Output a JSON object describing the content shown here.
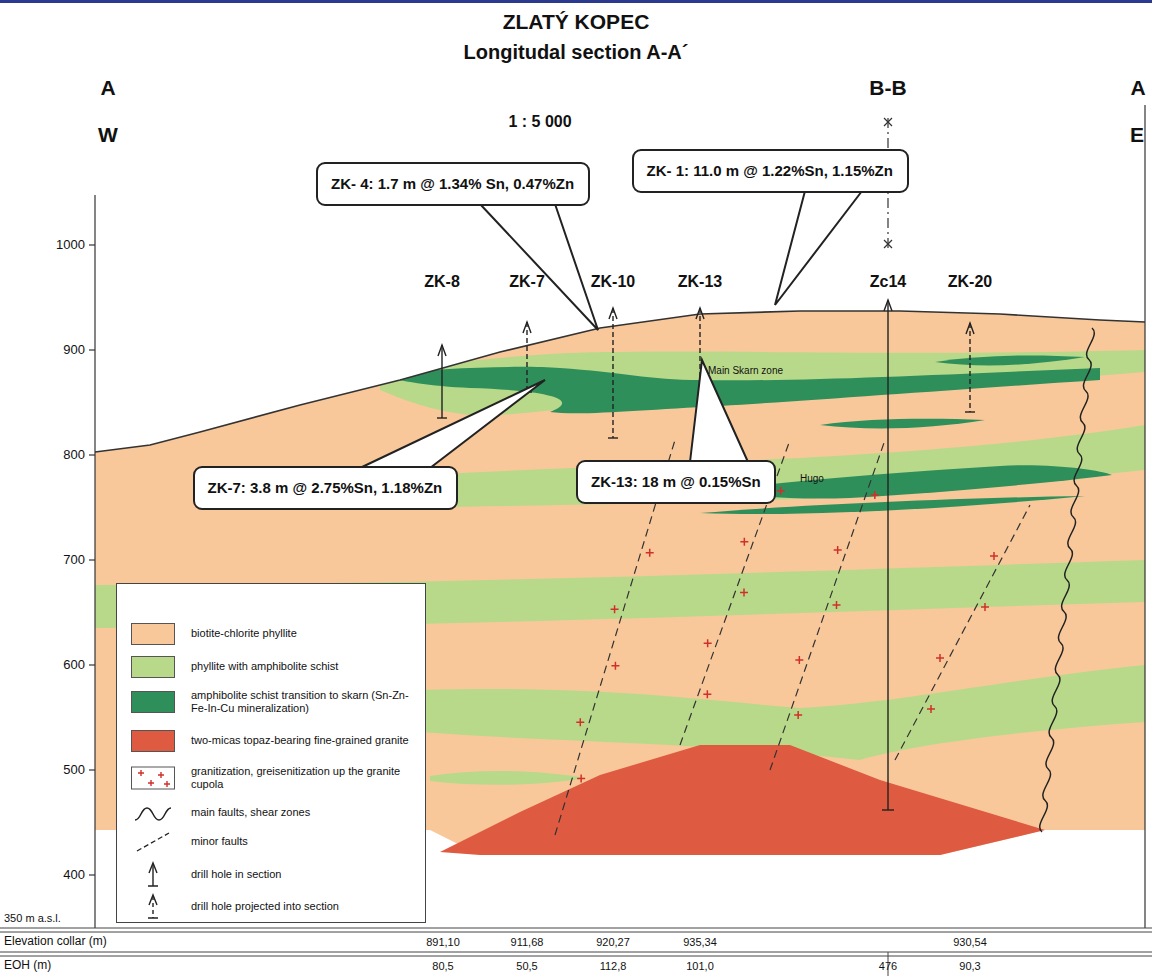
{
  "diagram": {
    "title": "ZLATÝ KOPEC",
    "nodes": [
      {
        "text": [
          "ZK- 4: 1.7 m @ 1.34% Sn, 0.47%Zn"
        ]
      },
      {
        "text": [
          "ZK- 1: 11.0 m @ 1.22%Sn, 1.15%Zn"
        ]
      },
      {
        "text": [
          "ZK-7: 3.8 m @ 2.75%Sn, 1.18%Zn"
        ]
      },
      {
        "text": [
          "ZK-13: 18 m @ 0.15%Sn"
        ]
      }
    ],
    "labels": [
      "Longitudal section A-A´",
      "A",
      "W",
      "1 : 5 000",
      "B-B",
      "A",
      "E",
      "1000",
      "900",
      "800",
      "700",
      "600",
      "500",
      "400",
      "ZK-8",
      "ZK-7",
      "ZK-10",
      "ZK-13",
      "Zc14",
      "ZK-20",
      "Main Skarn zone",
      "Hugo",
      "350 m a.s.l.",
      "Elevation collar (m)",
      "891,10",
      "911,68",
      "920,27",
      "935,34",
      "930,54",
      "EOH (m)",
      "80,5",
      "50,5",
      "112,8",
      "101,0",
      "476",
      "90,3"
    ],
    "legend": [
      {
        "text": "biotite-chlorite phyllite",
        "color": "#f8c89a"
      },
      {
        "text": "phyllite with amphibolite schist",
        "color": "#b9d98a"
      },
      {
        "text": "amphibolite schist transition to skarn (Sn-Zn-Fe-In-Cu mineralization)",
        "color": "#2f8f5b"
      },
      {
        "text": "two-micas topaz-bearing fine-grained granite",
        "color": "#de5a40"
      },
      {
        "text": "granitization, greisenitization up the granite cupola"
      },
      {
        "text": "main faults, shear zones"
      },
      {
        "text": "minor faults"
      },
      {
        "text": "drill hole in section"
      },
      {
        "text": "drill hole projected into section"
      }
    ]
  }
}
